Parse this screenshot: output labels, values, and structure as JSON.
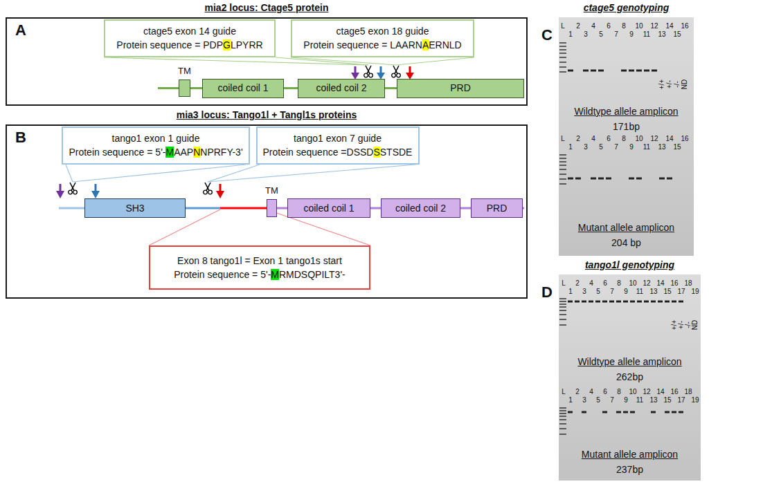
{
  "diagram": {
    "nodes": [
      {
        "text": [
          "mia2 locus: Ctage5 protein",
          "A"
        ]
      },
      {
        "text": [
          "ctage5 exon 14 guide",
          "Protein sequence = PDPGLPYRR"
        ],
        "in": 0
      },
      {
        "text": [
          "ctage5 exon 18 guide",
          "Protein sequence = LAARNAERNLD"
        ],
        "in": 0
      },
      {
        "text": [
          "TM"
        ],
        "in": 0
      },
      {
        "text": [
          "coiled coil 1"
        ],
        "in": 0
      },
      {
        "text": [
          "coiled coil 2"
        ],
        "in": 0
      },
      {
        "text": [
          "PRD"
        ],
        "in": 0
      },
      {
        "text": [
          "mia3 locus: Tango1l + Tangl1s proteins",
          "B"
        ]
      },
      {
        "text": [
          "tango1 exon 1 guide",
          "Protein sequence = 5'-MAAPNNPRFY-3'"
        ],
        "in": 7
      },
      {
        "text": [
          "tango1 exon 7 guide",
          "Protein sequence =DSSDSSTSDE"
        ],
        "in": 7
      },
      {
        "text": [
          "SH3"
        ],
        "in": 7
      },
      {
        "text": [
          "TM"
        ],
        "in": 7
      },
      {
        "text": [
          "coiled coil 1"
        ],
        "in": 7
      },
      {
        "text": [
          "coiled coil 2"
        ],
        "in": 7
      },
      {
        "text": [
          "PRD"
        ],
        "in": 7
      },
      {
        "text": [
          "Exon 8 tango1l = Exon 1 tango1s start",
          "Protein sequence = 5'-MRMDSQPILT3'-"
        ],
        "in": 7
      },
      {
        "text": [
          "ctage5 genotyping",
          "Wildtype allele amplicon",
          "171bp",
          "Mutant allele amplicon",
          "204 bp"
        ]
      },
      {
        "text": [
          "tango1l genotyping",
          "Wildtype allele amplicon",
          "262bp",
          "Mutant allele amplicon",
          "237bp"
        ]
      }
    ],
    "labels": [
      "C",
      "L",
      "2",
      "4",
      "6",
      "8",
      "10",
      "12",
      "14",
      "16",
      "1",
      "3",
      "5",
      "7",
      "9",
      "11",
      "13",
      "15",
      "+/+",
      "+/-",
      "-/-",
      "ND",
      "L",
      "2",
      "4",
      "6",
      "8",
      "10",
      "12",
      "14",
      "16",
      "1",
      "3",
      "5",
      "7",
      "9",
      "11",
      "13",
      "15",
      "D",
      "L",
      "2",
      "4",
      "6",
      "8",
      "10",
      "12",
      "14",
      "16",
      "18",
      "1",
      "3",
      "5",
      "7",
      "9",
      "11",
      "13",
      "15",
      "17",
      "19",
      "+/+",
      "+/-",
      "-/-",
      "ND",
      "L",
      "2",
      "4",
      "6",
      "8",
      "10",
      "12",
      "14",
      "16",
      "18",
      "1",
      "3",
      "5",
      "7",
      "9",
      "11",
      "13",
      "15",
      "17",
      "19"
    ]
  }
}
